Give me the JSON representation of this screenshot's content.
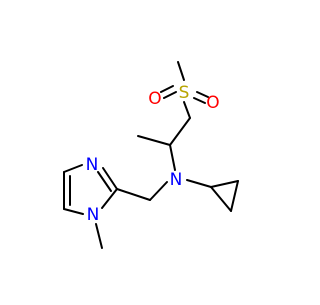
{
  "molecule": {
    "atoms": [
      {
        "id": "S1",
        "label": "S",
        "color": "#b8a400"
      },
      {
        "id": "O1",
        "label": "O",
        "color": "#ff0000"
      },
      {
        "id": "O2",
        "label": "O",
        "color": "#ff0000"
      },
      {
        "id": "N1",
        "label": "N",
        "color": "#0000ff"
      },
      {
        "id": "N2",
        "label": "N",
        "color": "#0000ff"
      },
      {
        "id": "N3",
        "label": "N",
        "color": "#0000ff"
      }
    ],
    "bond_color": "#000000"
  }
}
